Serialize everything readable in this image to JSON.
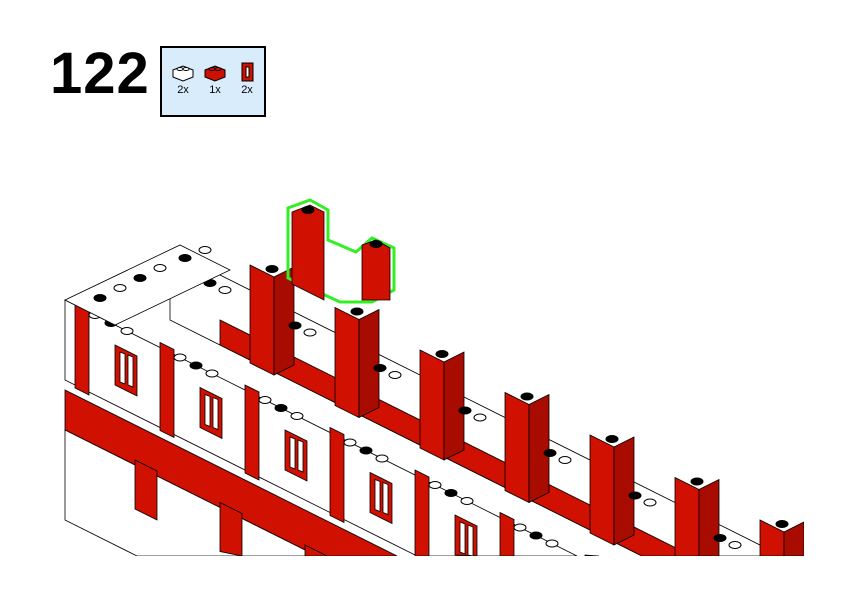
{
  "step": {
    "number": "122"
  },
  "parts_list": [
    {
      "name": "white-brick-1x2",
      "quantity": "2x",
      "color": "#ffffff"
    },
    {
      "name": "red-brick-1x2",
      "quantity": "1x",
      "color": "#cc1100"
    },
    {
      "name": "red-window-frame",
      "quantity": "2x",
      "color": "#cc1100"
    }
  ],
  "colors": {
    "red": "#d01000",
    "white": "#ffffff",
    "highlight": "#33ee22",
    "outline": "#000000"
  }
}
